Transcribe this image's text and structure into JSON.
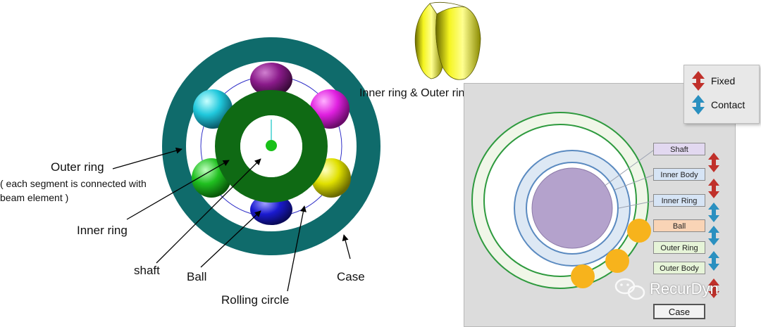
{
  "left_labels": {
    "outer_ring": "Outer ring",
    "outer_ring_note": "( each segment is connected with beam element )",
    "inner_ring": "Inner ring",
    "shaft": "shaft",
    "ball": "Ball",
    "rolling_circle": "Rolling circle",
    "case": "Case"
  },
  "torus_caption": "Inner ring & Outer ring: Torus figure",
  "legend": {
    "fixed": "Fixed",
    "contact": "Contact"
  },
  "right_tags": {
    "shaft": "Shaft",
    "inner_body": "Inner Body",
    "inner_ring": "Inner Ring",
    "ball": "Ball",
    "outer_ring": "Outer Ring",
    "outer_body": "Outer Body",
    "case": "Case"
  },
  "watermark": "RecurDyn",
  "colors": {
    "case": "#0f6b6b",
    "inner_ring": "#0f6a14",
    "ball_purple": "#7a1a7a",
    "ball_magenta": "#e51ee5",
    "ball_cyan": "#22c8dc",
    "ball_yellow": "#e0e000",
    "ball_green": "#22c022",
    "ball_blue": "#1a1ac8",
    "torus": "#eaea1a",
    "fixed_arrow": "#c0302a",
    "contact_arrow": "#2a90c0"
  }
}
